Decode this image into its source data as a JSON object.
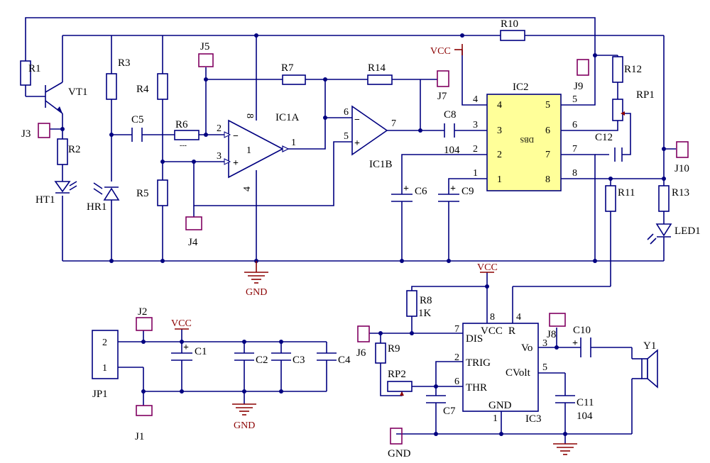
{
  "refs": {
    "R1": "R1",
    "VT1": "VT1",
    "R3": "R3",
    "R4": "R4",
    "J5": "J5",
    "R7": "R7",
    "R14": "R14",
    "R10": "R10",
    "J3": "J3",
    "R2": "R2",
    "HT1": "HT1",
    "C5": "C5",
    "R6": "R6",
    "R6v": "---",
    "HR1": "HR1",
    "R5": "R5",
    "J4": "J4",
    "IC1A": "IC1A",
    "IC1B": "IC1B",
    "J7": "J7",
    "C8": "C8",
    "C8v": "104",
    "IC2": "IC2",
    "IC2chip": "DBS",
    "C6": "C6",
    "C9": "C9",
    "J9": "J9",
    "R12": "R12",
    "RP1": "RP1",
    "C12": "C12",
    "J10": "J10",
    "R11": "R11",
    "R13": "R13",
    "LED1": "LED1",
    "J2": "J2",
    "C1": "C1",
    "C2": "C2",
    "C3": "C3",
    "C4": "C4",
    "JP1": "JP1",
    "J1": "J1",
    "R8": "R8",
    "R8v": "1K",
    "J6": "J6",
    "R9": "R9",
    "RP2": "RP2",
    "C7": "C7",
    "IC3": "IC3",
    "J8": "J8",
    "C10": "C10",
    "Y1": "Y1",
    "C11": "C11",
    "C11v": "104"
  },
  "power": {
    "vcc": "VCC",
    "gnd": "GND"
  },
  "pins": {
    "p1": "1",
    "p2": "2",
    "p3": "3",
    "p4": "4",
    "p5": "5",
    "p6": "6",
    "p7": "7",
    "p8": "8"
  },
  "ic3_pins": {
    "vcc": "VCC",
    "r": "R",
    "dis": "DIS",
    "trig": "TRIG",
    "thr": "THR",
    "vo": "Vo",
    "cvolt": "CVolt",
    "gnd": "GND"
  },
  "opamp_signs": {
    "minus": "−",
    "plus": "+"
  },
  "colors": {
    "wire": "#000080",
    "power_symbol": "#8b0000",
    "ic_fill": "#ffff99",
    "test_point": "#800060"
  }
}
